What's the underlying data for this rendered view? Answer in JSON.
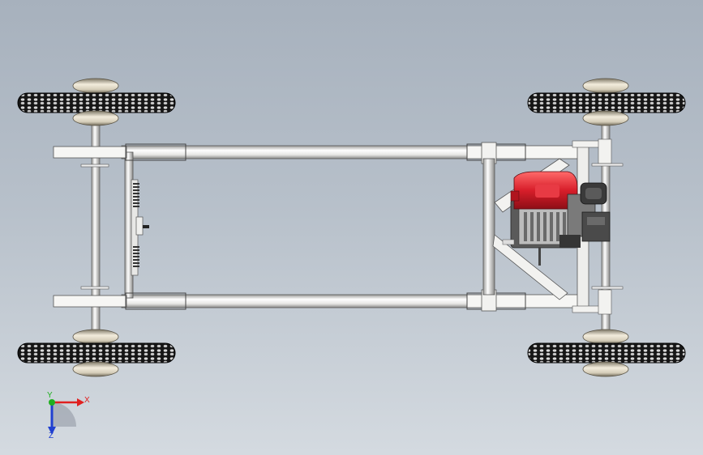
{
  "viewport": {
    "background_top": "#a7b1bd",
    "background_bottom": "#d4dae0"
  },
  "model": {
    "frame_color": "#f4f4f2",
    "frame_stroke": "#555555",
    "tire_color": "#1a1a1a",
    "hub_color": "#ddd5c2",
    "engine_color": "#d81e2a",
    "engine_body_color": "#4a4a4a"
  },
  "triad": {
    "x_label": "X",
    "y_label": "Y",
    "z_label": "Z",
    "x_color": "#e02020",
    "y_color": "#20b020",
    "z_color": "#2040d0"
  }
}
